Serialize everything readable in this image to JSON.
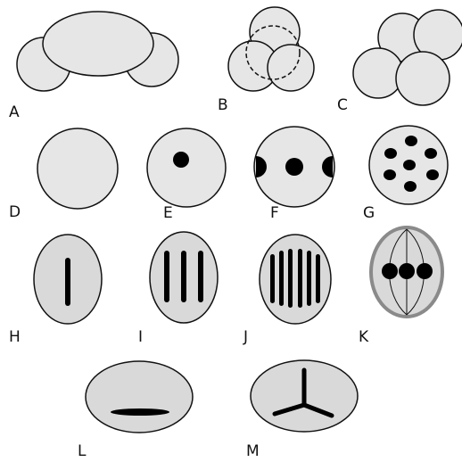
{
  "colors": {
    "fill": "#e6e6e6",
    "fill_dark": "#d9d9d9",
    "stroke": "#111111",
    "dot": "#000000",
    "outline_gray": "#8a8a8a"
  },
  "panels": [
    {
      "id": "a",
      "label": "A",
      "shape": "oval-with-two-circles"
    },
    {
      "id": "b",
      "label": "B",
      "shape": "three-overlapping-circles-dashed"
    },
    {
      "id": "c",
      "label": "C",
      "shape": "four-circle-cluster"
    },
    {
      "id": "d",
      "label": "D",
      "shape": "empty-circle"
    },
    {
      "id": "e",
      "label": "E",
      "shape": "circle-one-dot"
    },
    {
      "id": "f",
      "label": "F",
      "shape": "circle-dot-and-edge-bumps"
    },
    {
      "id": "g",
      "label": "G",
      "shape": "circle-many-dots"
    },
    {
      "id": "h",
      "label": "H",
      "shape": "ellipse-one-bar"
    },
    {
      "id": "i",
      "label": "I",
      "shape": "ellipse-three-bars"
    },
    {
      "id": "j",
      "label": "J",
      "shape": "ellipse-six-bars"
    },
    {
      "id": "k",
      "label": "K",
      "shape": "ellipse-spindle-three-dots"
    },
    {
      "id": "l",
      "label": "L",
      "shape": "wide-ellipse-horizontal-bar"
    },
    {
      "id": "m",
      "label": "M",
      "shape": "wide-ellipse-three-arms"
    }
  ]
}
